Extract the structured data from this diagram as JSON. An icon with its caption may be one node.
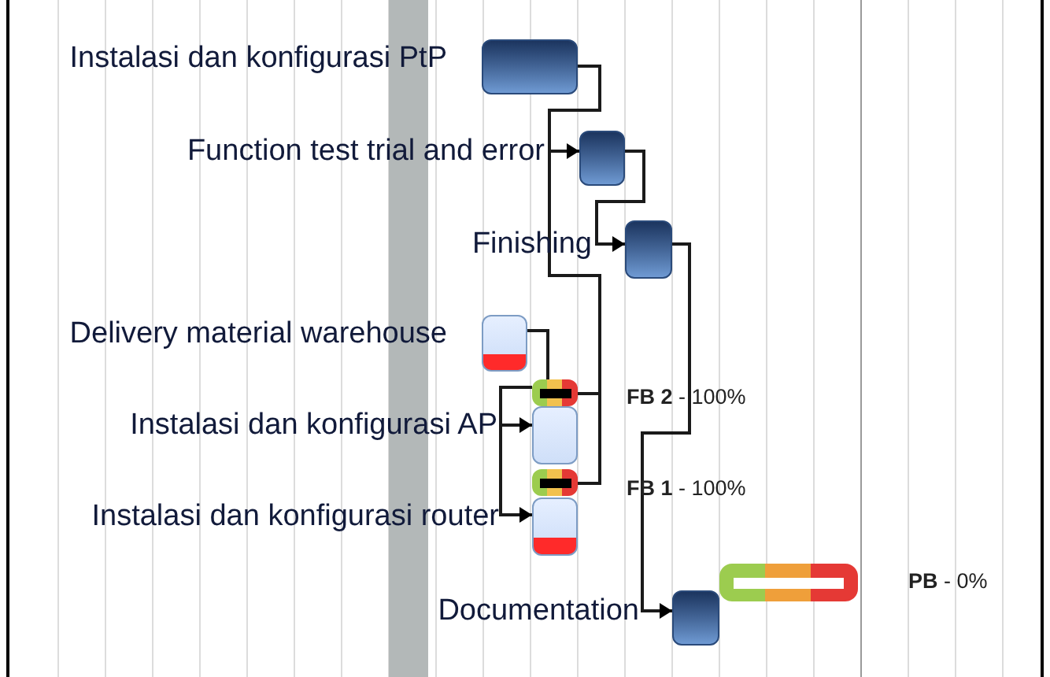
{
  "diagram": {
    "nodes": [
      {
        "text": [],
        "shape": "bar",
        "beside": [
          "Instalasi dan konfigurasi PtP"
        ]
      },
      {
        "text": [],
        "shape": "bar",
        "beside": [
          "Function test trial and error"
        ]
      },
      {
        "text": [],
        "shape": "bar",
        "beside": [
          "Finishing"
        ]
      },
      {
        "text": [],
        "shape": "bar",
        "beside": [
          "Delivery material warehouse"
        ]
      },
      {
        "text": [],
        "shape": "bar",
        "beside": [
          "**FB 2** - 100%"
        ]
      },
      {
        "text": [],
        "shape": "bar",
        "beside": [
          "Instalasi dan konfigurasi AP"
        ]
      },
      {
        "text": [],
        "shape": "bar",
        "beside": [
          "**FB 1**  - 100%"
        ]
      },
      {
        "text": [],
        "shape": "bar",
        "beside": [
          "Instalasi dan konfigurasi router"
        ]
      },
      {
        "text": [],
        "shape": "bar",
        "beside": [
          "Documentation"
        ]
      },
      {
        "text": [],
        "shape": "bar",
        "beside": [
          "**PB** - 0%"
        ]
      }
    ],
    "edges": [
      {
        "from": 0,
        "to": 1,
        "arrow": "to"
      },
      {
        "from": 1,
        "to": 2,
        "arrow": "to"
      },
      {
        "from": 2,
        "to": 8,
        "arrow": "to"
      },
      {
        "from": 0,
        "to": 4,
        "arrow": "none"
      },
      {
        "from": 0,
        "to": 6,
        "arrow": "none"
      },
      {
        "from": 3,
        "to": 4,
        "arrow": "none"
      },
      {
        "from": 4,
        "to": 5,
        "arrow": "to"
      },
      {
        "from": 4,
        "to": 7,
        "arrow": "to"
      }
    ]
  }
}
